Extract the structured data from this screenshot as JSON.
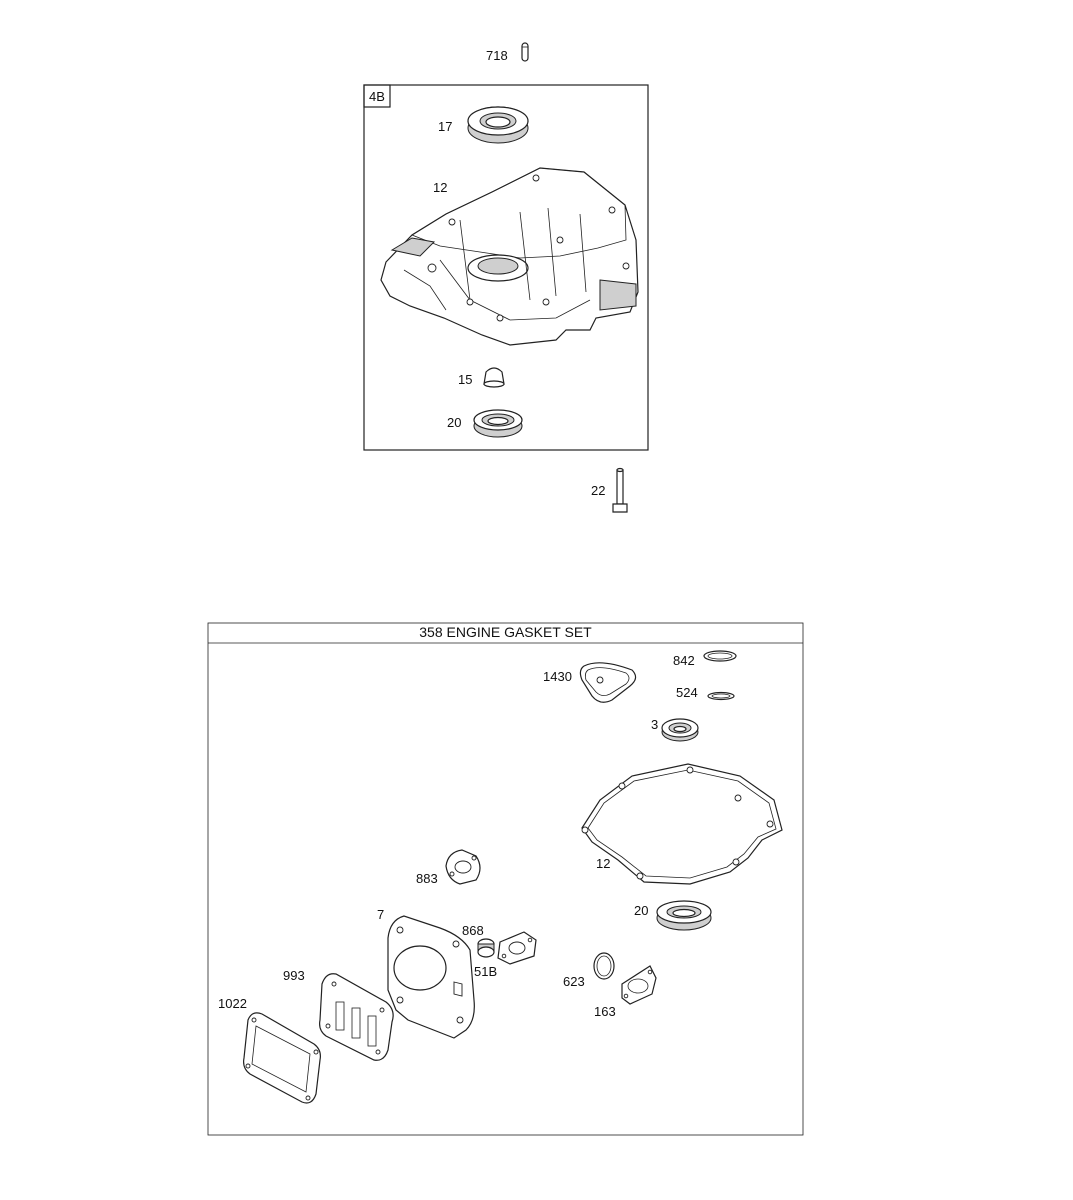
{
  "upper_group": {
    "box_tag": "4B",
    "labels": {
      "p718": "718",
      "p17": "17",
      "p12": "12",
      "p15": "15",
      "p20": "20",
      "p22": "22"
    }
  },
  "gasket_set": {
    "title": "358 ENGINE GASKET SET",
    "labels": {
      "p1430": "1430",
      "p842": "842",
      "p524": "524",
      "p3": "3",
      "p12": "12",
      "p883": "883",
      "p20": "20",
      "p7": "7",
      "p868": "868",
      "p51b": "51B",
      "p993": "993",
      "p623": "623",
      "p163": "163",
      "p1022": "1022"
    }
  }
}
